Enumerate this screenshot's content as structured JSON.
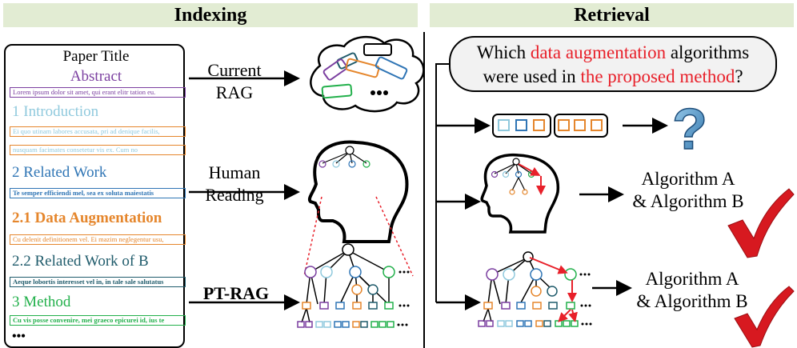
{
  "indexing": {
    "header": "Indexing",
    "paper": {
      "title": "Paper Title",
      "abstract": "Abstract",
      "abstract_text": "Lorem ipsum dolor sit amet, qui erant elitr tation eu.",
      "intro": "1 Introduction",
      "intro_text1": "Ei quo utinam labores accusata, pri ad denique facilis,",
      "intro_text2": "nusquam facimates consetetur vis ex. Cum no",
      "related": "2 Related Work",
      "related_text": "Te semper efficiendi mel, sea ex soluta maiestatis",
      "aug": "2.1 Data Augmentation",
      "aug_text": "Cu delenit definitionem vel. Ei mazim neglegentur usu,",
      "relb": "2.2 Related Work of B",
      "relb_text": "Aeque lobortis interesset vel in, in tale sale salutatus",
      "method": "3 Method",
      "method_text": "Cu vis posse convenire, mei graeco epicurei id, ius te",
      "ellipsis": "•••"
    },
    "current_rag": [
      "Current",
      "RAG"
    ],
    "human_reading": [
      "Human",
      "Reading"
    ],
    "pt_rag": "PT-RAG",
    "cloud_ellipsis": "•••"
  },
  "retrieval": {
    "header": "Retrieval",
    "question": {
      "part1": "Which ",
      "highlight1": "data augmentation",
      "part2": " algorithms",
      "part3": "were used in ",
      "highlight2": "the proposed method",
      "part4": "?"
    },
    "answer1": [
      "Algorithm A",
      "& Algorithm B"
    ],
    "answer2": [
      "Algorithm A",
      "& Algorithm B"
    ],
    "question_mark": "?"
  },
  "colors": {
    "purple": "#7b3fa0",
    "light_blue": "#8fc9dd",
    "blue": "#2f75b5",
    "orange": "#e5862c",
    "dark_teal": "#1f5b6b",
    "green": "#22b04b",
    "red": "#e8202a",
    "header_bg": "#e2ecd3"
  }
}
